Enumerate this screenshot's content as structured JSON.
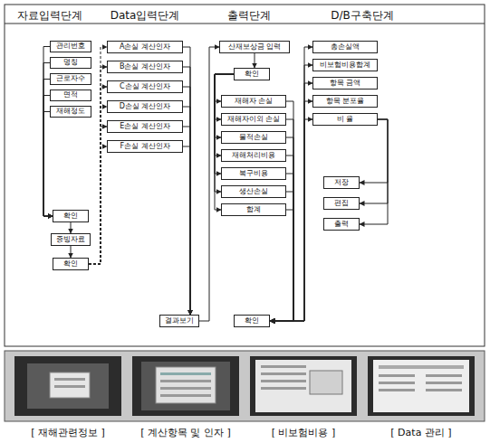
{
  "diagram": {
    "nodes": [
      {
        "text": [
          "관리번호"
        ]
      },
      {
        "text": [
          "명칭"
        ]
      },
      {
        "text": [
          "근로자수"
        ]
      },
      {
        "text": [
          "면적"
        ]
      },
      {
        "text": [
          "재해정도"
        ]
      },
      {
        "text": [
          "확인"
        ]
      },
      {
        "text": [
          "증빙자료"
        ]
      },
      {
        "text": [
          "확인"
        ]
      },
      {
        "text": [
          "A손실 계산인자"
        ]
      },
      {
        "text": [
          "B손실 계산인자"
        ]
      },
      {
        "text": [
          "C손실 계산인자"
        ]
      },
      {
        "text": [
          "D손실 계산인자"
        ]
      },
      {
        "text": [
          "E손실 계산인자"
        ]
      },
      {
        "text": [
          "F손실 계산인자"
        ]
      },
      {
        "text": [
          "결과보기"
        ]
      },
      {
        "text": [
          "산재보상금 입력"
        ]
      },
      {
        "text": [
          "확인"
        ]
      },
      {
        "text": [
          "재해자 손실"
        ]
      },
      {
        "text": [
          "재해자이외 손실"
        ]
      },
      {
        "text": [
          "물적손실"
        ]
      },
      {
        "text": [
          "재해처리비용"
        ]
      },
      {
        "text": [
          "복구비용"
        ]
      },
      {
        "text": [
          "생산손실"
        ]
      },
      {
        "text": [
          "합계"
        ]
      },
      {
        "text": [
          "확인"
        ]
      },
      {
        "text": [
          "총손실액"
        ]
      },
      {
        "text": [
          "비보험비용합계"
        ]
      },
      {
        "text": [
          "항목 금액"
        ]
      },
      {
        "text": [
          "항목 분포율"
        ]
      },
      {
        "text": [
          "비 율"
        ]
      },
      {
        "text": [
          "저장"
        ]
      },
      {
        "text": [
          "편집"
        ]
      },
      {
        "text": [
          "출력"
        ]
      }
    ],
    "edges": [
      {
        "from": 0,
        "to": 5,
        "arrow": "to"
      },
      {
        "from": 1,
        "to": 5,
        "arrow": "to"
      },
      {
        "from": 2,
        "to": 5,
        "arrow": "to"
      },
      {
        "from": 3,
        "to": 5,
        "arrow": "to"
      },
      {
        "from": 4,
        "to": 5,
        "arrow": "to"
      },
      {
        "from": 5,
        "to": 6,
        "arrow": "to"
      },
      {
        "from": 6,
        "to": 7,
        "arrow": "to"
      },
      {
        "from": 7,
        "to": 8,
        "arrow": "to"
      },
      {
        "from": 7,
        "to": 9,
        "arrow": "to"
      },
      {
        "from": 7,
        "to": 10,
        "arrow": "to"
      },
      {
        "from": 7,
        "to": 11,
        "arrow": "to"
      },
      {
        "from": 7,
        "to": 12,
        "arrow": "to"
      },
      {
        "from": 7,
        "to": 13,
        "arrow": "to"
      },
      {
        "from": 8,
        "to": 14,
        "arrow": "to"
      },
      {
        "from": 9,
        "to": 14,
        "arrow": "to"
      },
      {
        "from": 10,
        "to": 14,
        "arrow": "to"
      },
      {
        "from": 11,
        "to": 14,
        "arrow": "to"
      },
      {
        "from": 12,
        "to": 14,
        "arrow": "to"
      },
      {
        "from": 13,
        "to": 14,
        "arrow": "to"
      },
      {
        "from": 14,
        "to": 15,
        "arrow": "to"
      },
      {
        "from": 15,
        "to": 16,
        "arrow": "to"
      },
      {
        "from": 16,
        "to": 17,
        "arrow": "to"
      },
      {
        "from": 16,
        "to": 18,
        "arrow": "to"
      },
      {
        "from": 16,
        "to": 19,
        "arrow": "to"
      },
      {
        "from": 16,
        "to": 20,
        "arrow": "to"
      },
      {
        "from": 16,
        "to": 21,
        "arrow": "to"
      },
      {
        "from": 16,
        "to": 22,
        "arrow": "to"
      },
      {
        "from": 16,
        "to": 23,
        "arrow": "to"
      },
      {
        "from": 17,
        "to": 24,
        "arrow": "to"
      },
      {
        "from": 18,
        "to": 24,
        "arrow": "to"
      },
      {
        "from": 19,
        "to": 24,
        "arrow": "to"
      },
      {
        "from": 20,
        "to": 24,
        "arrow": "to"
      },
      {
        "from": 21,
        "to": 24,
        "arrow": "to"
      },
      {
        "from": 22,
        "to": 24,
        "arrow": "to"
      },
      {
        "from": 23,
        "to": 24,
        "arrow": "to"
      },
      {
        "from": 24,
        "to": 25,
        "arrow": "to"
      },
      {
        "from": 24,
        "to": 26,
        "arrow": "to"
      },
      {
        "from": 24,
        "to": 27,
        "arrow": "to"
      },
      {
        "from": 24,
        "to": 28,
        "arrow": "to"
      },
      {
        "from": 24,
        "to": 29,
        "arrow": "to"
      },
      {
        "from": 29,
        "to": 30,
        "arrow": "to"
      },
      {
        "from": 29,
        "to": 31,
        "arrow": "to"
      },
      {
        "from": 29,
        "to": 32,
        "arrow": "to"
      }
    ],
    "labels": [
      "자료입력단계",
      "Data입력단계",
      "출력단계",
      "D/B구축단계",
      "[ 재해관련정보 ]",
      "[ 계산항목 및 인자 ]",
      "[ 비보험비용 ]",
      "[ Data 관리 ]"
    ]
  }
}
